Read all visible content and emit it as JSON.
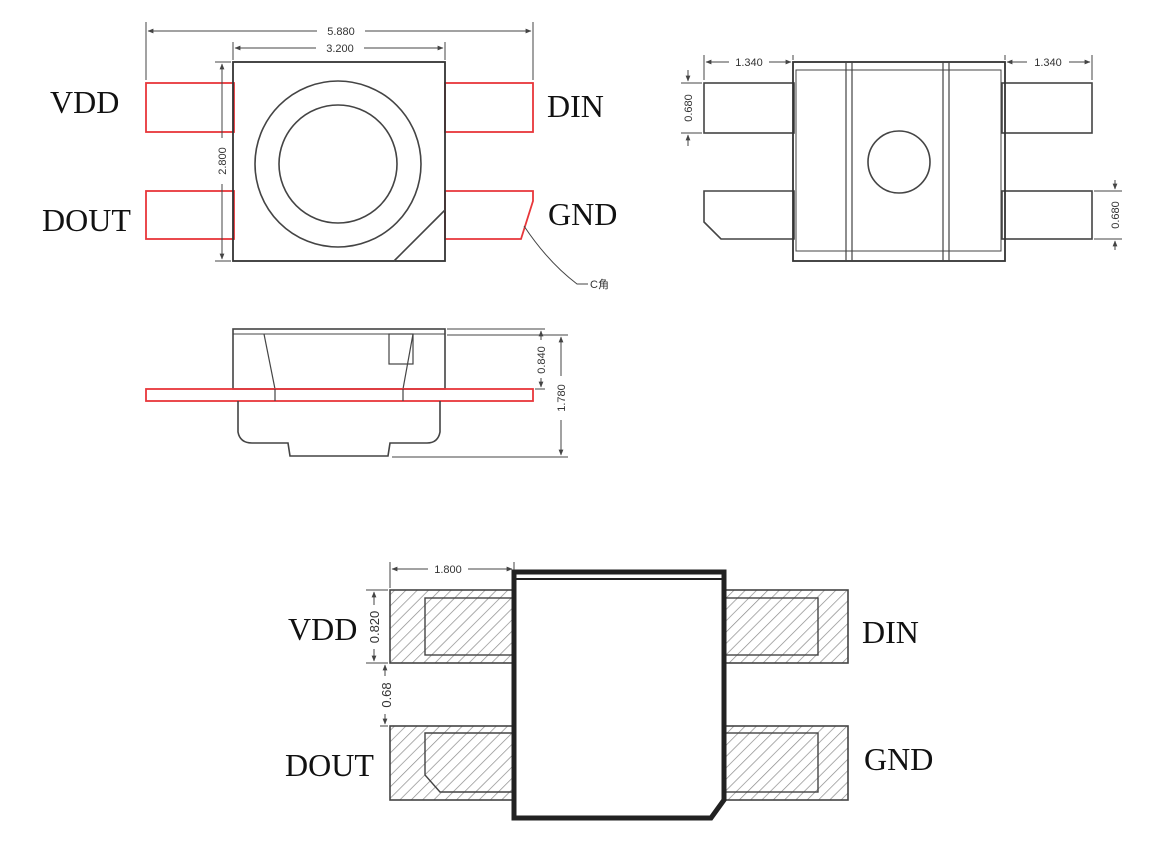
{
  "colors": {
    "line": "#444444",
    "pad_red": "#e8363a",
    "heavy": "#222222",
    "hatch": "#8a8a8a"
  },
  "labels": {
    "vdd": "VDD",
    "din": "DIN",
    "dout": "DOUT",
    "gnd": "GND",
    "corner_note": "C角"
  },
  "dimensions": {
    "total_length": "5.880",
    "body_width": "3.200",
    "body_height": "2.800",
    "pin_extension_left": "1.340",
    "pin_extension_right": "1.340",
    "pin_width_top": "0.680",
    "pin_width_bottom": "0.680",
    "upper_thickness": "0.840",
    "total_height": "1.780",
    "pad_length": "1.800",
    "pad_width": "0.820",
    "pad_gap": "0.68"
  }
}
